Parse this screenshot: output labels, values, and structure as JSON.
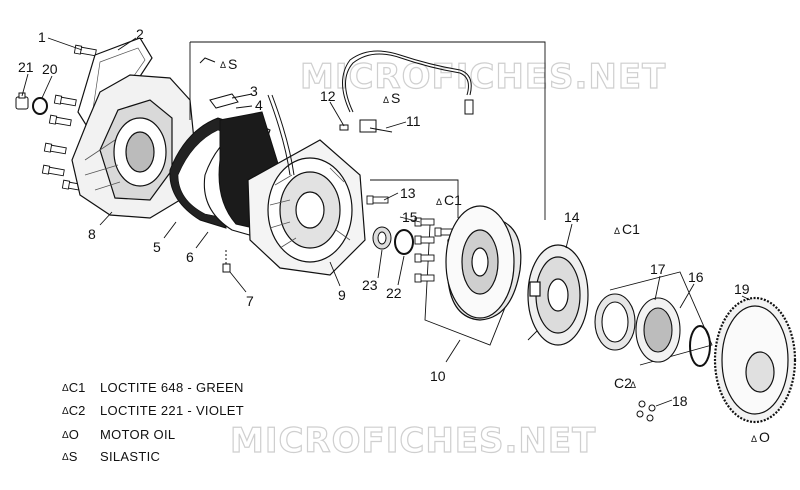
{
  "watermark": "MICROFICHES.NET",
  "callouts": [
    "1",
    "2",
    "3",
    "4",
    "5",
    "6",
    "7",
    "8",
    "9",
    "10",
    "11",
    "12",
    "13",
    "14",
    "15",
    "16",
    "17",
    "18",
    "19",
    "20",
    "21",
    "22",
    "23"
  ],
  "symbols": {
    "s_top": "S",
    "s_wire": "S",
    "c1_rotor": "C1",
    "c1_gear": "C1",
    "c2_bolts": "C2",
    "o_gear": "O"
  },
  "legend": [
    {
      "code": "C1",
      "text": "LOCTITE 648 - GREEN"
    },
    {
      "code": "C2",
      "text": "LOCTITE 221 - VIOLET"
    },
    {
      "code": "O",
      "text": "MOTOR OIL"
    },
    {
      "code": "S",
      "text": "SILASTIC"
    }
  ],
  "drop_glyph": "Δ"
}
